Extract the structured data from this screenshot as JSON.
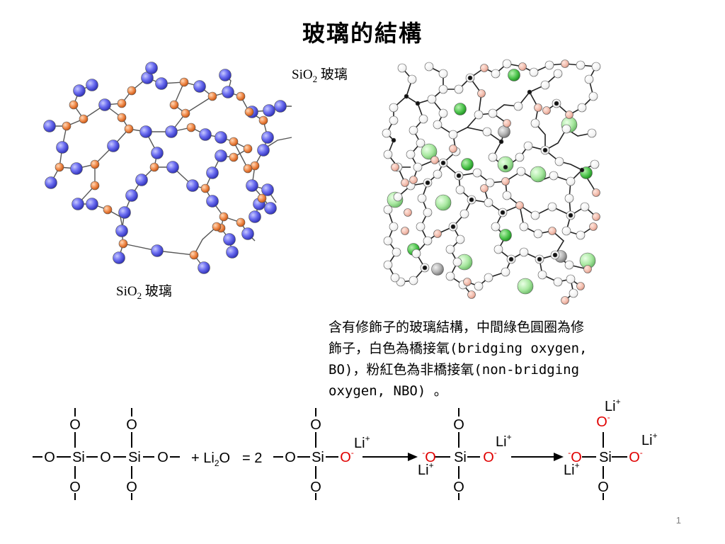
{
  "title": "玻璃的結構",
  "left_diagram": {
    "label_formula": "SiO",
    "label_sub": "2",
    "label_text": "玻璃"
  },
  "right_diagram": {
    "label_formula": "SiO",
    "label_sub": "2",
    "label_text": "玻璃"
  },
  "caption_lines": [
    "含有修飾子的玻璃結構，中間綠色圓圈為修",
    "飾子，白色為橋接氧(bridging oxygen,",
    "BO)，粉紅色為非橋接氧(non-bridging",
    "oxygen, NBO) 。"
  ],
  "equation": {
    "O": "O",
    "Si": "Si",
    "Li": "Li",
    "plus": "+",
    "minus": "-",
    "two": "2",
    "plus_li2o": "+ Li",
    "li2o_sub": "2",
    "li2o_o": "O",
    "equals": "= 2"
  },
  "page_number": "1",
  "colors": {
    "si_atom": "#6a6cf0",
    "o_bridge": "#f08a4a",
    "nbo_red": "#e00000",
    "modifier_green": "#4cc44c",
    "nbo_pink": "#f0b8a8"
  }
}
